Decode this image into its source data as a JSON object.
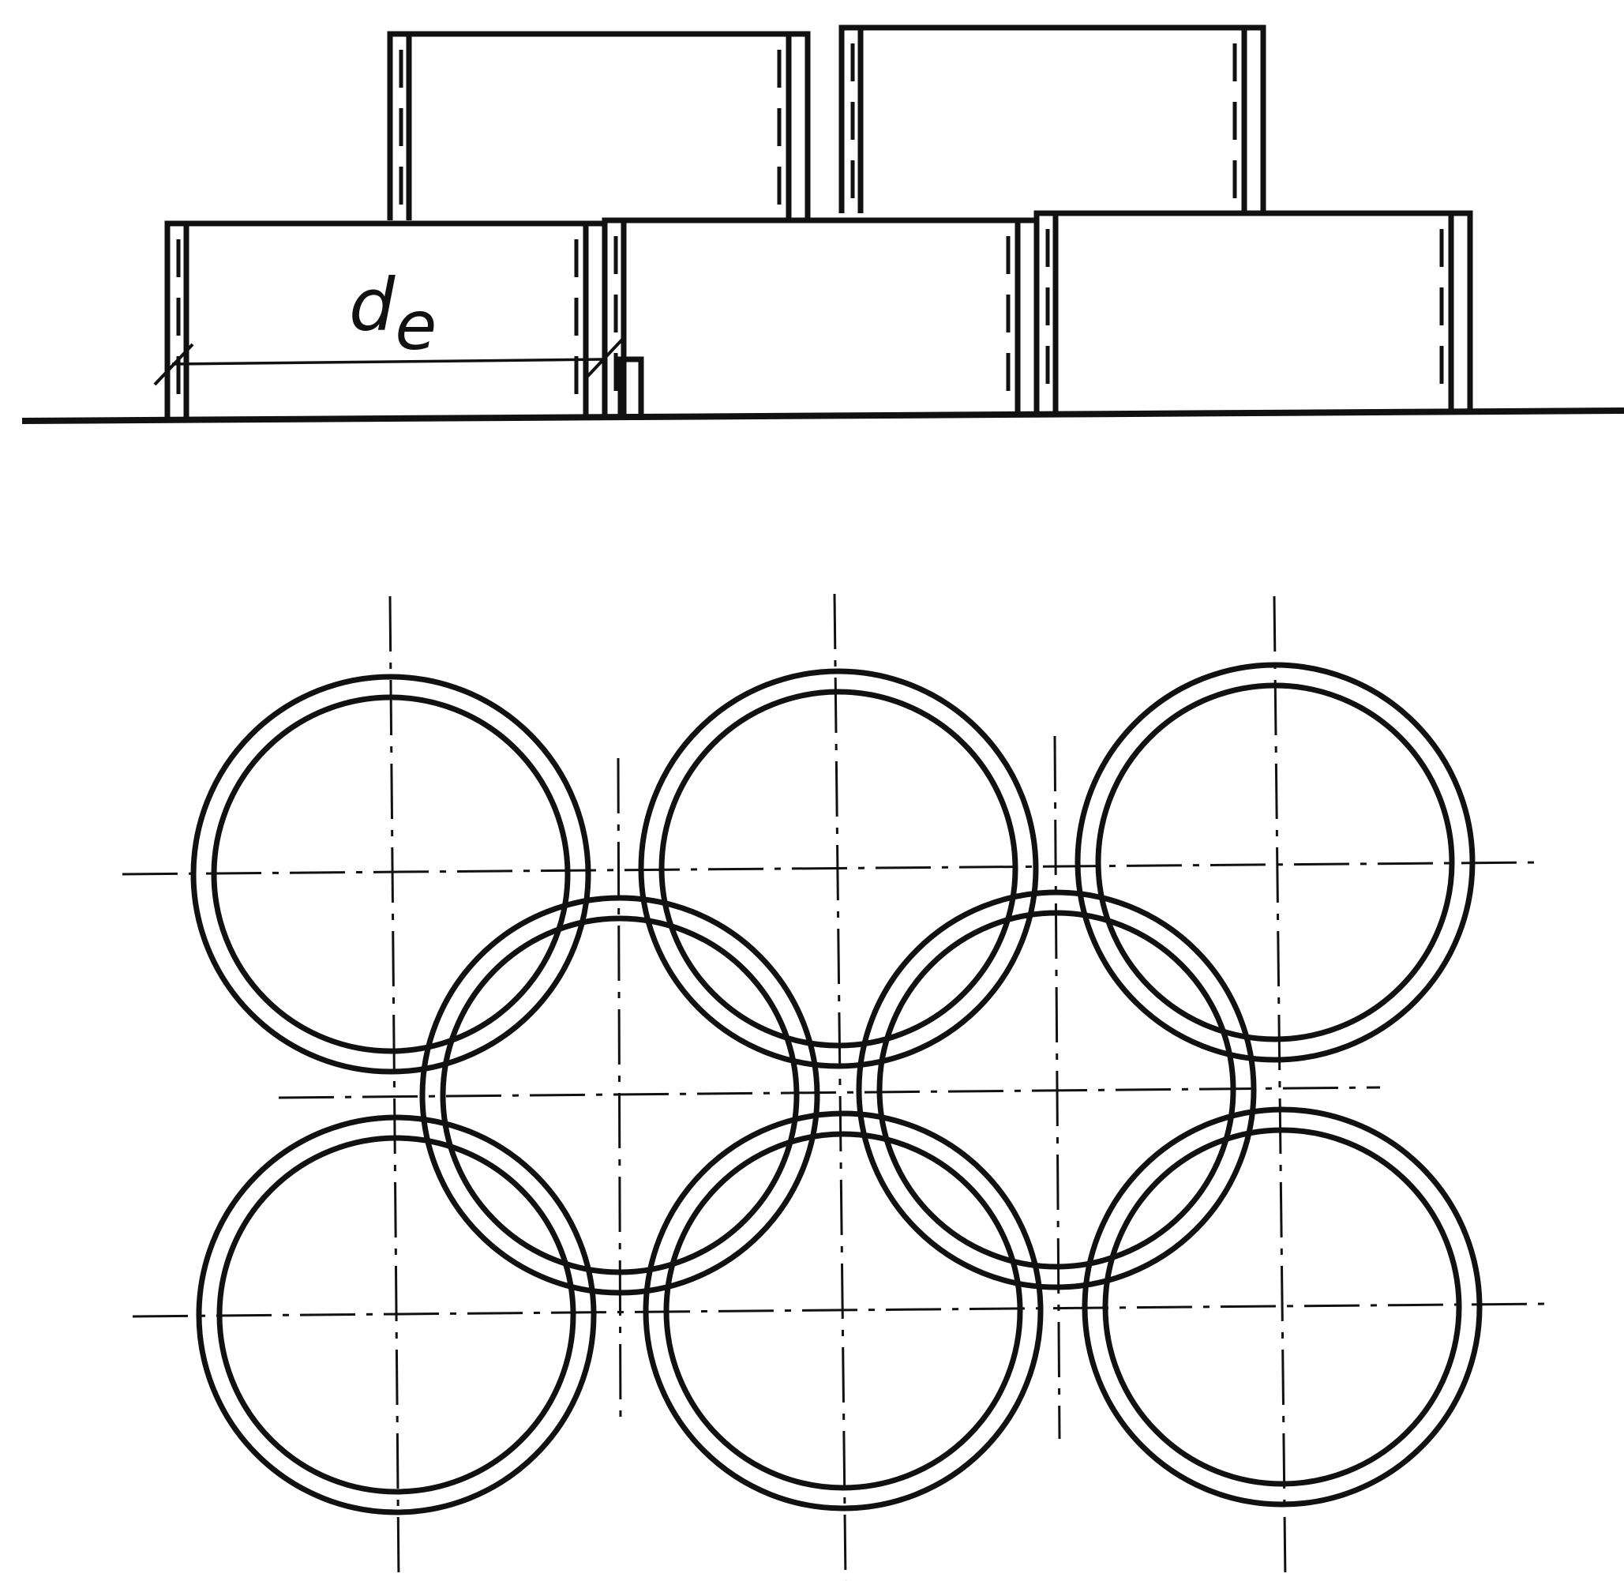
{
  "dimension": {
    "symbol": "d",
    "subscript": "e"
  },
  "stack": {
    "bottom_row_count": 3,
    "top_row_count": 2
  },
  "plan": {
    "rows": 3,
    "pipes_per_row": [
      3,
      2,
      3
    ]
  }
}
